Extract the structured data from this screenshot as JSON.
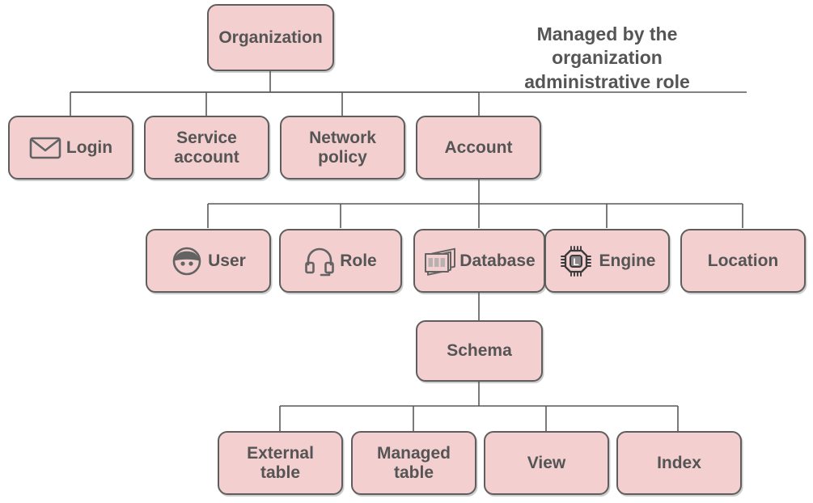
{
  "diagram": {
    "title_note": "Managed by the\norganization\nadministrative role",
    "colors": {
      "node_fill": "#f3cfcf",
      "node_border": "#5e5e5e",
      "text": "#555555",
      "edge": "#595959",
      "background": "#ffffff"
    },
    "nodes": {
      "organization": {
        "label": "Organization",
        "icon": ""
      },
      "login": {
        "label": "Login",
        "icon": "mail-icon"
      },
      "service_account": {
        "label": "Service\naccount",
        "icon": ""
      },
      "network_policy": {
        "label": "Network\npolicy",
        "icon": ""
      },
      "account": {
        "label": "Account",
        "icon": ""
      },
      "user": {
        "label": "User",
        "icon": "user-face-icon"
      },
      "role": {
        "label": "Role",
        "icon": "headset-icon"
      },
      "database": {
        "label": "Database",
        "icon": "database-stack-icon"
      },
      "engine": {
        "label": "Engine",
        "icon": "chip-icon"
      },
      "location": {
        "label": "Location",
        "icon": ""
      },
      "schema": {
        "label": "Schema",
        "icon": ""
      },
      "external_table": {
        "label": "External\ntable",
        "icon": ""
      },
      "managed_table": {
        "label": "Managed\ntable",
        "icon": ""
      },
      "view": {
        "label": "View",
        "icon": ""
      },
      "index": {
        "label": "Index",
        "icon": ""
      }
    },
    "hierarchy": {
      "organization_children": [
        "Login",
        "Service account",
        "Network policy",
        "Account"
      ],
      "account_children": [
        "User",
        "Role",
        "Database",
        "Engine",
        "Location"
      ],
      "database_children": [
        "Schema"
      ],
      "schema_children": [
        "External table",
        "Managed table",
        "View",
        "Index"
      ]
    }
  }
}
